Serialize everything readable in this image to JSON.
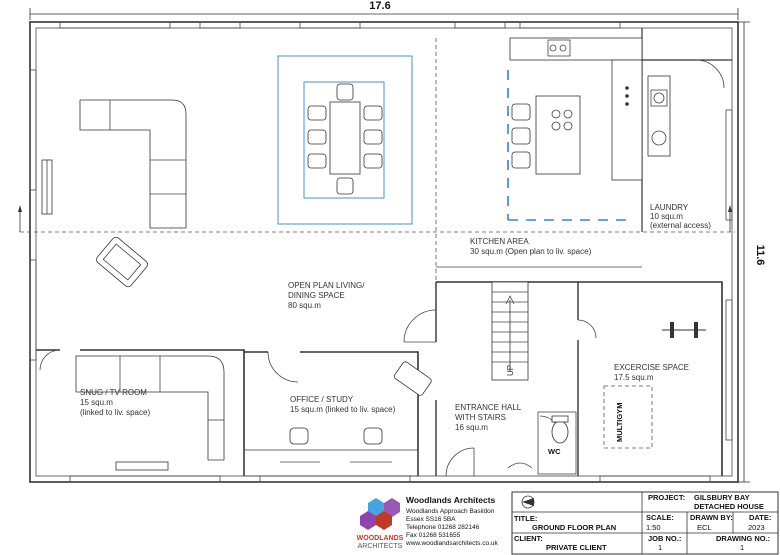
{
  "dimensions": {
    "width": "17.6",
    "height": "11.6"
  },
  "rooms": {
    "living": {
      "name": "OPEN PLAN LIVING/",
      "name2": "DINING SPACE",
      "area": "80 squ.m"
    },
    "kitchen": {
      "name": "KITCHEN AREA",
      "area": "30 squ.m (Open plan to liv. space)"
    },
    "laundry": {
      "name": "LAUNDRY",
      "area": "10 squ.m",
      "note": "(external access)"
    },
    "snug": {
      "name": "SNUG / TV ROOM",
      "area": "15 squ.m",
      "note": "(linked to liv. space)"
    },
    "office": {
      "name": "OFFICE / STUDY",
      "area": "15 squ.m (linked to liv. space)"
    },
    "hall": {
      "name": "ENTRANCE HALL",
      "name2": "WITH STAIRS",
      "area": "16 squ.m"
    },
    "gym": {
      "name": "EXCERCISE SPACE",
      "area": "17.5 squ.m"
    },
    "wc": {
      "name": "WC"
    },
    "multigym": {
      "name": "MULTIGYM"
    },
    "stairs": {
      "label": "UP"
    }
  },
  "firm": {
    "name": "Woodlands Architects",
    "address1": "Woodlands Approach Basildon",
    "address2": "Essex SS16 5BA",
    "telephone": "Telephone  01268 282146",
    "fax": "Fax  01268 531655",
    "web": "www.woodlandsarchitects.co.uk",
    "logo_line1": "WOODLANDS",
    "logo_line2": "ARCHITECTS",
    "logo_colors": [
      "#4aa3df",
      "#9b59b6",
      "#c0392b"
    ]
  },
  "title_block": {
    "project_label": "PROJECT:",
    "project_value1": "GILSBURY BAY",
    "project_value2": "DETACHED HOUSE",
    "title_label": "TITLE:",
    "title_value": "GROUND FLOOR PLAN",
    "client_label": "CLIENT:",
    "client_value": "PRIVATE CLIENT",
    "scale_label": "SCALE:",
    "scale_value": "1:50",
    "drawn_label": "DRAWN BY:",
    "drawn_value": "ECL",
    "date_label": "DATE:",
    "date_value": "2023",
    "job_label": "JOB NO.:",
    "job_value": "1",
    "drawing_label": "DRAWING NO.:",
    "drawing_value": "1"
  }
}
